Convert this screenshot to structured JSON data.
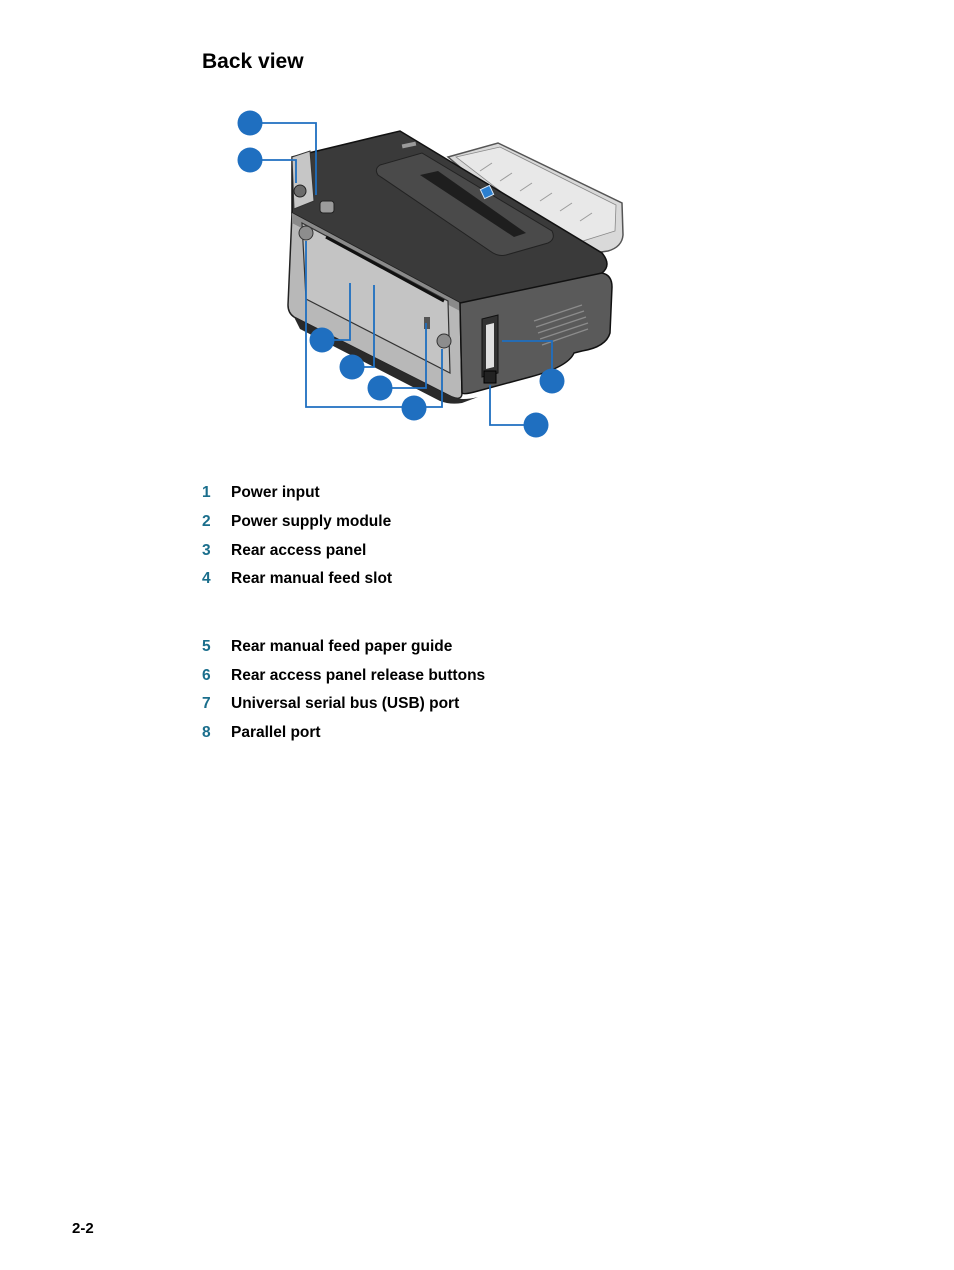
{
  "section": {
    "title": "Back view"
  },
  "legend": [
    {
      "number": "1",
      "label": "Power input"
    },
    {
      "number": "2",
      "label": "Power supply module"
    },
    {
      "number": "3",
      "label": "Rear access panel"
    },
    {
      "number": "4",
      "label": "Rear manual feed slot"
    },
    {
      "number": "5",
      "label": "Rear manual feed paper guide"
    },
    {
      "number": "6",
      "label": "Rear access panel release buttons"
    },
    {
      "number": "7",
      "label": "Universal serial bus (USB) port"
    },
    {
      "number": "8",
      "label": "Parallel port"
    }
  ],
  "colors": {
    "callout": "#1f6fc0",
    "leader": "#1f6fc0",
    "legend_number": "#1a6e8c"
  },
  "footer": {
    "page_number": "2-2"
  }
}
